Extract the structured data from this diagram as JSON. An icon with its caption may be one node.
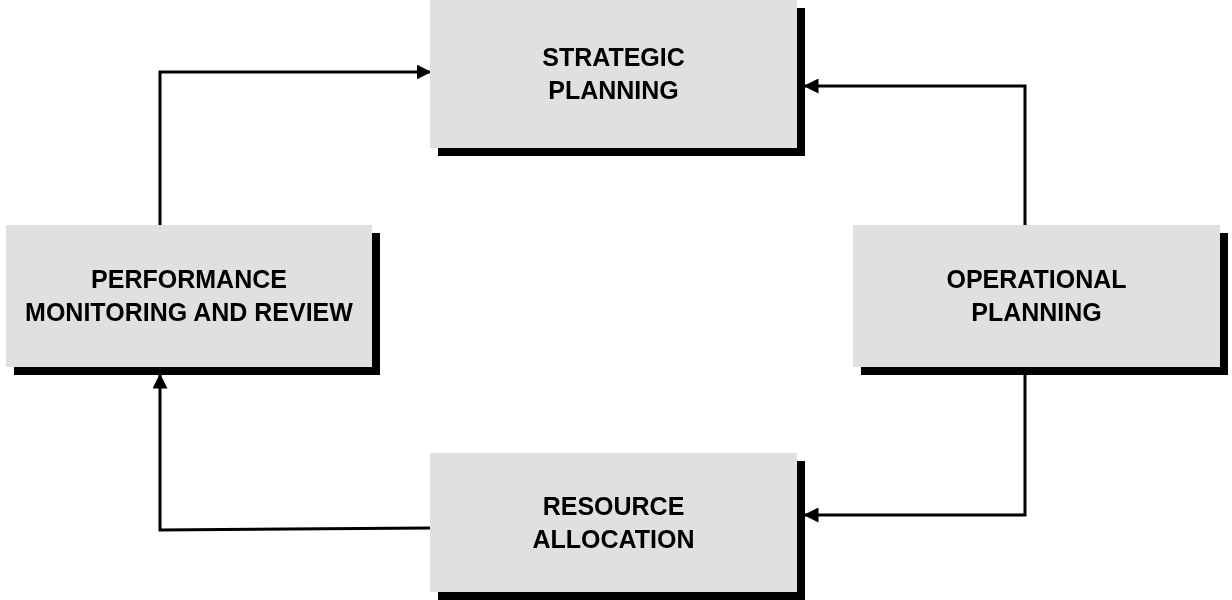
{
  "diagram": {
    "nodes": [
      {
        "text": [
          "STRATEGIC PLANNING"
        ]
      },
      {
        "text": [
          "OPERATIONAL PLANNING"
        ]
      },
      {
        "text": [
          "RESOURCE ALLOCATION"
        ]
      },
      {
        "text": [
          "PERFORMANCE MONITORING AND REVIEW"
        ]
      }
    ],
    "edges": [
      {
        "from": 3,
        "to": 0,
        "arrow": "to"
      },
      {
        "from": 1,
        "to": 0,
        "arrow": "to"
      },
      {
        "from": 1,
        "to": 2,
        "arrow": "to"
      },
      {
        "from": 2,
        "to": 3,
        "arrow": "to"
      }
    ]
  }
}
